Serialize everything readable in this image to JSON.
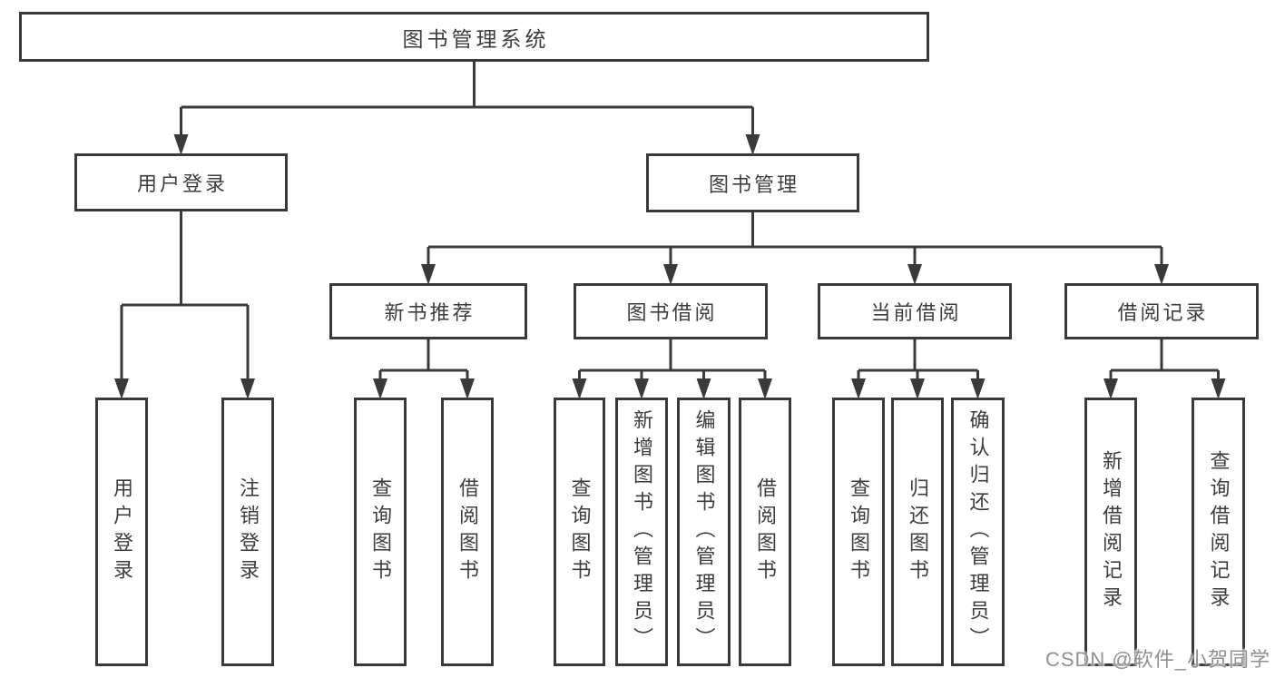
{
  "diagram": {
    "type": "hierarchy-tree",
    "nodes": [
      {
        "id": "root",
        "label": "图书管理系统",
        "parent": null,
        "orientation": "horizontal"
      },
      {
        "id": "user-login-branch",
        "label": "用户登录",
        "parent": "root",
        "orientation": "horizontal"
      },
      {
        "id": "book-mgmt",
        "label": "图书管理",
        "parent": "root",
        "orientation": "horizontal"
      },
      {
        "id": "new-book-rec",
        "label": "新书推荐",
        "parent": "book-mgmt",
        "orientation": "horizontal"
      },
      {
        "id": "book-borrow",
        "label": "图书借阅",
        "parent": "book-mgmt",
        "orientation": "horizontal"
      },
      {
        "id": "current-borrow",
        "label": "当前借阅",
        "parent": "book-mgmt",
        "orientation": "horizontal"
      },
      {
        "id": "borrow-records",
        "label": "借阅记录",
        "parent": "book-mgmt",
        "orientation": "horizontal"
      },
      {
        "id": "leaf-user-login",
        "label": "用户登录",
        "parent": "user-login-branch",
        "orientation": "vertical"
      },
      {
        "id": "leaf-logout",
        "label": "注销登录",
        "parent": "user-login-branch",
        "orientation": "vertical"
      },
      {
        "id": "leaf-query-book-1",
        "label": "查询图书",
        "parent": "new-book-rec",
        "orientation": "vertical"
      },
      {
        "id": "leaf-borrow-book-1",
        "label": "借阅图书",
        "parent": "new-book-rec",
        "orientation": "vertical"
      },
      {
        "id": "leaf-query-book-2",
        "label": "查询图书",
        "parent": "book-borrow",
        "orientation": "vertical"
      },
      {
        "id": "leaf-add-book",
        "label": "新增图书（管理员）",
        "parent": "book-borrow",
        "orientation": "vertical"
      },
      {
        "id": "leaf-edit-book",
        "label": "编辑图书（管理员）",
        "parent": "book-borrow",
        "orientation": "vertical"
      },
      {
        "id": "leaf-borrow-book-2",
        "label": "借阅图书",
        "parent": "book-borrow",
        "orientation": "vertical"
      },
      {
        "id": "leaf-query-book-3",
        "label": "查询图书",
        "parent": "current-borrow",
        "orientation": "vertical"
      },
      {
        "id": "leaf-return-book",
        "label": "归还图书",
        "parent": "current-borrow",
        "orientation": "vertical"
      },
      {
        "id": "leaf-confirm-return",
        "label": "确认归还（管理员）",
        "parent": "current-borrow",
        "orientation": "vertical"
      },
      {
        "id": "leaf-add-borrow-record",
        "label": "新增借阅记录",
        "parent": "borrow-records",
        "orientation": "vertical"
      },
      {
        "id": "leaf-query-borrow-record",
        "label": "查询借阅记录",
        "parent": "borrow-records",
        "orientation": "vertical"
      }
    ]
  },
  "watermark": {
    "text": "CSDN @软件_小贺同学"
  },
  "colors": {
    "line": "#3a3a3a",
    "box_border": "#3a3a3a",
    "box_background": "#ffffff",
    "text": "#3d3d3d",
    "watermark": "#909090",
    "page_background": "#ffffff"
  }
}
